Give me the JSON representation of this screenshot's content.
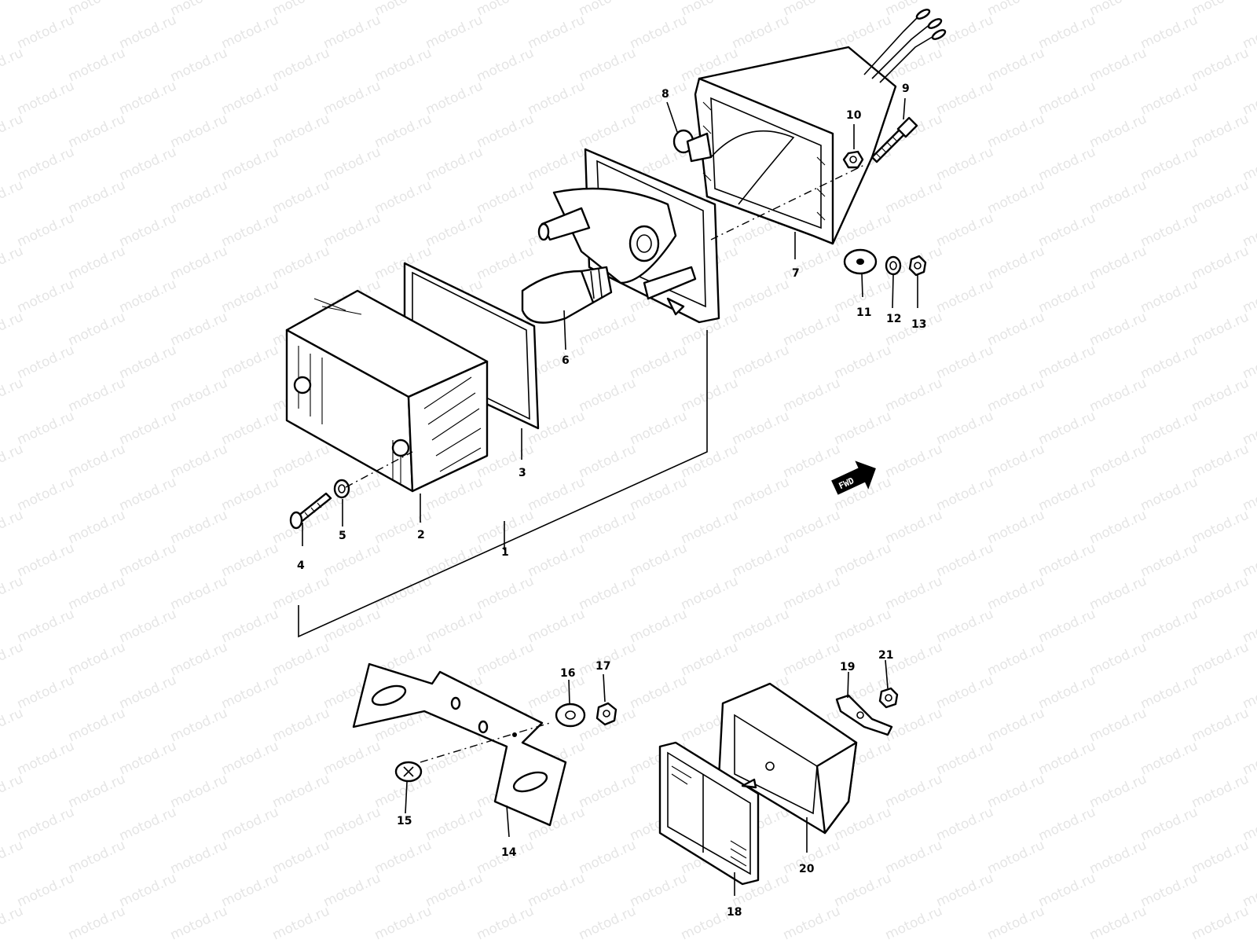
{
  "watermark": {
    "text": "motod.ru"
  },
  "direction_marker": {
    "label": "FWD"
  },
  "callouts": {
    "c1": "1",
    "c2": "2",
    "c3": "3",
    "c4": "4",
    "c5": "5",
    "c6": "6",
    "c7": "7",
    "c8": "8",
    "c9": "9",
    "c10": "10",
    "c11": "11",
    "c12": "12",
    "c13": "13",
    "c14": "14",
    "c15": "15",
    "c16": "16",
    "c17": "17",
    "c18": "18",
    "c19": "19",
    "c20": "20",
    "c21": "21"
  },
  "colors": {
    "ink": "#000000",
    "paper": "#ffffff"
  }
}
